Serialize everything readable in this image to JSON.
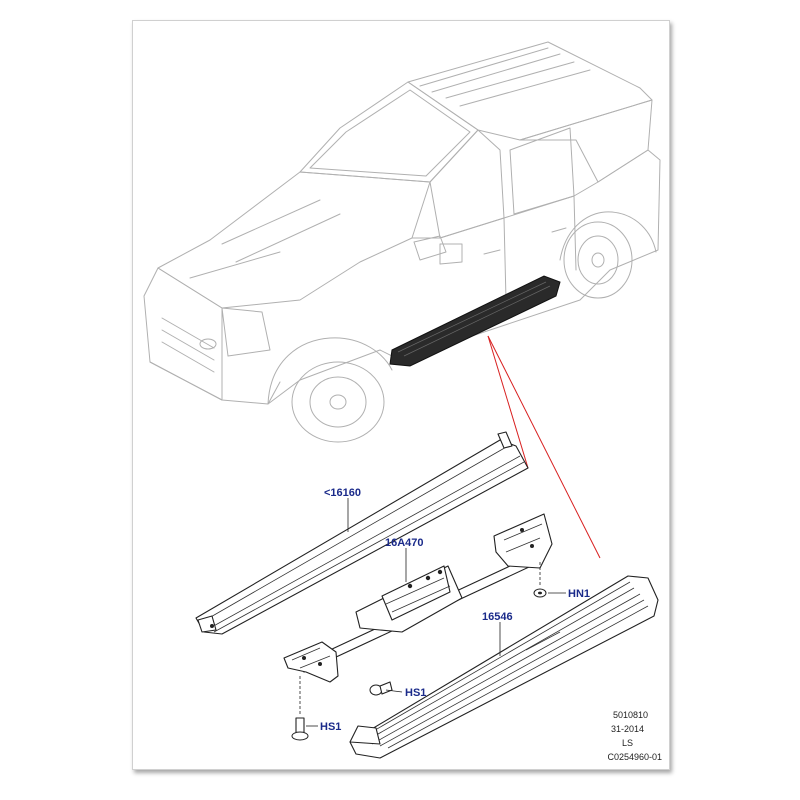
{
  "callouts": {
    "rail": "<16160",
    "bracket_kit": "16A470",
    "step": "16546",
    "nut": "HN1",
    "screw_mid": "HS1",
    "screw_low": "HS1"
  },
  "reference_block": {
    "line1": "5010810",
    "line2": "31-2014",
    "line3": "LS",
    "line4": "C0254960-01"
  },
  "colors": {
    "callout_text": "#1a2a8a",
    "leader_red": "#d82020",
    "car_outline": "#b0b0b0"
  }
}
